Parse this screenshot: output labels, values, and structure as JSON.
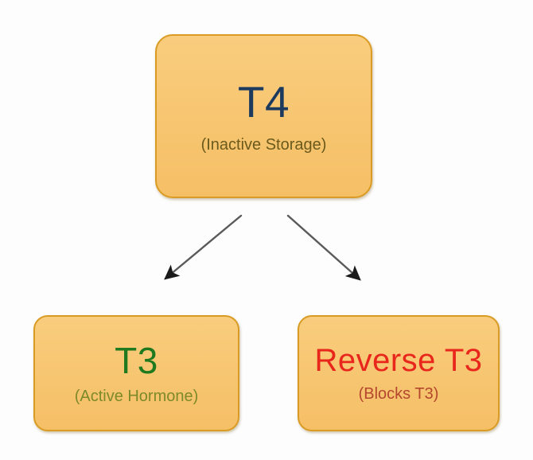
{
  "diagram": {
    "background_color": "#fdfdfd",
    "node_fill_color": "#f7c570",
    "node_border_color": "#d99b23",
    "arrow_color": "#5a5a5a",
    "arrowhead_color": "#1a1a1a",
    "nodes": [
      {
        "id": "t4",
        "title": "T4",
        "subtitle": "(Inactive Storage)",
        "title_color": "#1c3a5e",
        "subtitle_color": "#6b5a1c"
      },
      {
        "id": "t3",
        "title": "T3",
        "subtitle": "(Active Hormone)",
        "title_color": "#1f7a1f",
        "subtitle_color": "#7d8a2a"
      },
      {
        "id": "rt3",
        "title": "Reverse T3",
        "subtitle": "(Blocks T3)",
        "title_color": "#e8261b",
        "subtitle_color": "#b5472e"
      }
    ],
    "edges": [
      {
        "id": "t4-to-t3",
        "from": "t4",
        "to": "t3",
        "label": ""
      },
      {
        "id": "t4-to-rt3",
        "from": "t4",
        "to": "rt3",
        "label": ""
      }
    ]
  }
}
